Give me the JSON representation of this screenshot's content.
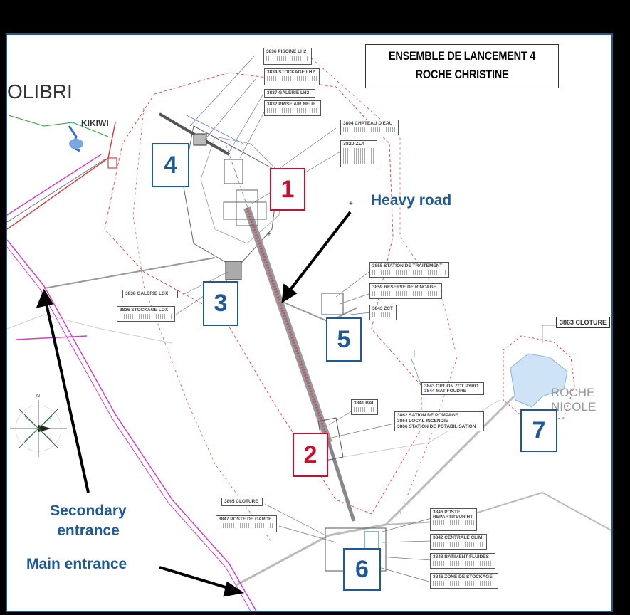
{
  "title_block": {
    "line1": "ENSEMBLE DE LANCEMENT 4",
    "line2": "ROCHE CHRISTINE"
  },
  "place_names": {
    "olibri": "OLIBRI",
    "kikiwi": "KIKIWI",
    "roche_nicole_1": "ROCHE",
    "roche_nicole_2": "NICOLE"
  },
  "site_numbers": {
    "s1": "1",
    "s2": "2",
    "s3": "3",
    "s4": "4",
    "s5": "5",
    "s6": "6",
    "s7": "7"
  },
  "callouts": {
    "heavy_road": "Heavy road",
    "secondary_entrance_1": "Secondary",
    "secondary_entrance_2": "entrance",
    "main_entrance": "Main entrance"
  },
  "labels": {
    "piscine": "3836 PISCINE LH2",
    "stockage_lh2": "3834 STOCKAGE LH2",
    "galerie_lh2": "3837 GALERIE LH2",
    "prise_air": "3832 PRISE AIR NEUF",
    "chateau_eau": "3804 CHATEAU D'EAU",
    "zl4": "3820 ZL4",
    "station_traitement": "3855 STATION DE TRAITEMENT",
    "reserve_rincage": "3859 RESERVE DE RINCAGE",
    "zct": "3843 ZCT",
    "galerie_lox": "3838 GALERIE LOX",
    "stockage_lox": "3826 STOCKAGE LOX",
    "option_zct": "3843 OPTION ZCT PYRO",
    "mat_foudre": "3844 MAT FOUDRE",
    "bal": "3841 BAL",
    "station_pompage": "3862 SATION DE POMPAGE",
    "local_incendie": "3864 LOCAL INCENDIE",
    "station_potabilisation": "3866 STATION DE POTABILISATION",
    "cloture_left": "3865 CLOTURE",
    "poste_garde": "3847 POSTE DE GARDE",
    "poste_repartiteur_1": "3846 POSTE",
    "poste_repartiteur_2": "REPARTITEUR HT",
    "centrale_clim": "3842 CENTRALE CLIM",
    "batiment_fluides": "3848 BATIMENT FLUIDES",
    "zone_stockage": "3846 ZONE DE STOCKAGE",
    "cloture_right": "3863 CLOTURE"
  },
  "colors": {
    "blue": "#1f5a96",
    "red": "#c8102e",
    "fence": "#e05050",
    "rail": "#d040c0"
  }
}
